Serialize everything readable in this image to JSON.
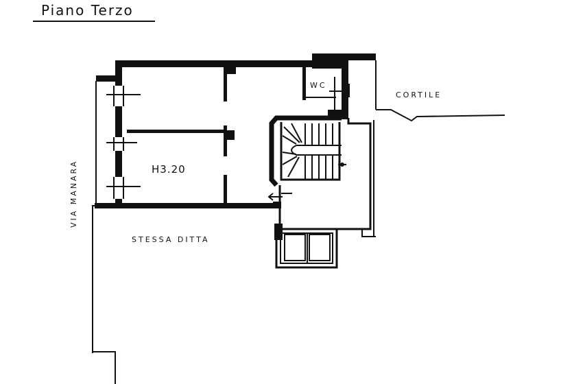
{
  "title": "Piano Terzo",
  "labels": {
    "wc": "WC",
    "height": "H3.20",
    "courtyard": "CORTILE",
    "street": "VIA MANARA",
    "neighbor": "STESSA DITTA"
  },
  "colors": {
    "ink": "#111111",
    "paper": "#ffffff"
  }
}
